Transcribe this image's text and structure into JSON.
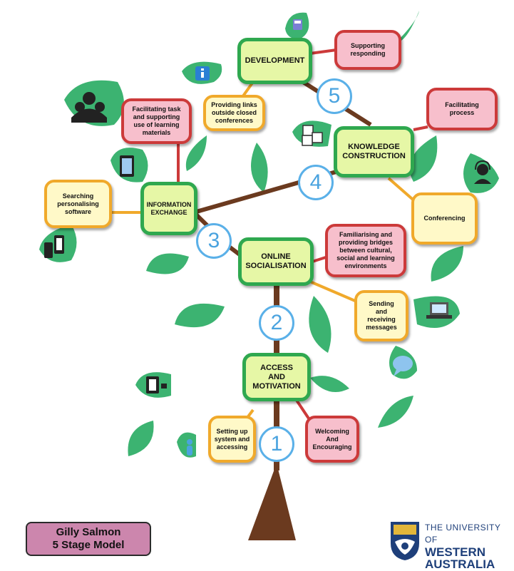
{
  "diagram": {
    "stages": [
      {
        "number": "1",
        "label": "ACCESS\nAND\nMOTIVATION"
      },
      {
        "number": "2",
        "label": "ONLINE\nSOCIALISATION"
      },
      {
        "number": "3",
        "label": "INFORMATION\nEXCHANGE"
      },
      {
        "number": "4",
        "label": "KNOWLEDGE\nCONSTRUCTION"
      },
      {
        "number": "5",
        "label": "DEVELOPMENT"
      }
    ],
    "learner_boxes": [
      "Setting up\nsystem and\naccessing",
      "Sending\nand\nreceiving\nmessages",
      "Searching\npersonalising\nsoftware",
      "Conferencing",
      "Providing links\noutside closed\nconferences"
    ],
    "moderator_boxes": [
      "Welcoming\nAnd\nEncouraging",
      "Familiarising and\nproviding bridges\nbetween cultural,\nsocial and learning\nenvironments",
      "Facilitating task\nand supporting\nuse of learning\nmaterials",
      "Facilitating\nprocess",
      "Supporting\nresponding"
    ],
    "numbers": [
      "1",
      "2",
      "3",
      "4",
      "5"
    ],
    "title": {
      "line1": "Gilly Salmon",
      "line2": "5 Stage Model"
    },
    "logo": {
      "line1": "THE UNIVERSITY OF",
      "line2": "WESTERN",
      "line3": "AUSTRALIA"
    },
    "icons": [
      "person-icon",
      "tablet-lock-icon",
      "speech-bubble-icon",
      "laptop-icon",
      "mobile-devices-icon",
      "tablet-icon",
      "group-icon",
      "alphabet-blocks-icon",
      "headset-user-icon",
      "info-icon",
      "calculator-icon"
    ],
    "colors": {
      "stage_fill": "#e6f7a6",
      "stage_border": "#2fa84f",
      "learner_fill": "#fff9c8",
      "learner_border": "#f0a92b",
      "moderator_fill": "#f7bfcc",
      "moderator_border": "#cc3a3a",
      "number_circle": "#5ab0e8",
      "trunk": "#6b3a1f",
      "leaf": "#3cb371",
      "title_fill": "#cc86ad",
      "logo_blue": "#1e3f7a"
    }
  }
}
